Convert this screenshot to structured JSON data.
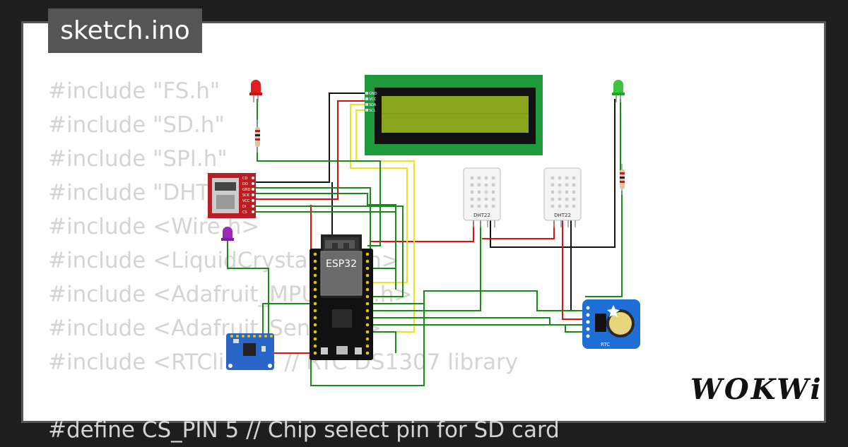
{
  "title": "sketch.ino",
  "code_lines": [
    "#include \"FS.h\"",
    "#include \"SD.h\"",
    "#include \"SPI.h\"",
    "#include \"DHT.h\"",
    "#include <Wire.h>",
    "#include <LiquidCrystal_I2C.h>",
    "#include <Adafruit_MPU6050.h>",
    "#include <Adafruit_Sensor.h>",
    "#include <RTClib.h> // RTC DS1307 library",
    "",
    "#define CS_PIN 5 // Chip select pin for SD card"
  ],
  "components": {
    "esp32_label": "ESP32",
    "dht1_label": "DHT22",
    "dht2_label": "DHT22",
    "rtc_label": "RTC",
    "lcd_pins": [
      "GND",
      "VCC",
      "SDA",
      "SCL"
    ],
    "sd_pins": [
      "CD",
      "DO",
      "GND",
      "SCK",
      "VCC",
      "DI",
      "CS"
    ]
  },
  "logo": "WOKWi",
  "colors": {
    "background": "#1e1e1e",
    "card": "#ffffff",
    "title_bg": "#555555",
    "code_text": "#d4d4d4",
    "wire_green": "#1a8a1a",
    "wire_red": "#e01010",
    "wire_black": "#111111",
    "wire_yellow": "#f2e21a",
    "lcd_board": "#1e9a3c",
    "lcd_screen": "#8aa51c",
    "sd_board": "#b81f24",
    "rtc_board": "#1d6fd6",
    "mpu_board": "#2a66c8",
    "led_red": "#e02020",
    "led_green": "#3cc43c",
    "led_purple": "#9a2ab8"
  }
}
